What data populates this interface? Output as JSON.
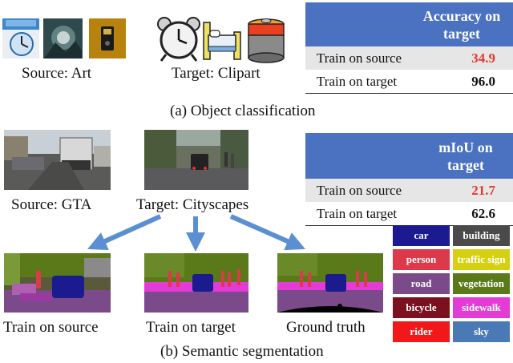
{
  "captions": {
    "source_art": "Source: Art",
    "target_clipart": "Target: Clipart",
    "panel_a": "(a) Object classification",
    "source_gta": "Source: GTA",
    "target_cityscapes": "Target: Cityscapes",
    "train_source": "Train on source",
    "train_target": "Train on target",
    "ground_truth": "Ground truth",
    "panel_b": "(b) Semantic segmentation"
  },
  "table_a": {
    "header": "Accuracy on target",
    "rows": [
      {
        "label": "Train on source",
        "value": "34.9",
        "color": "#e53935"
      },
      {
        "label": "Train on target",
        "value": "96.0",
        "color": "#111111"
      }
    ]
  },
  "table_b": {
    "header": "mIoU on target",
    "rows": [
      {
        "label": "Train on source",
        "value": "21.7",
        "color": "#e53935"
      },
      {
        "label": "Train on target",
        "value": "62.6",
        "color": "#111111"
      }
    ]
  },
  "legend": [
    {
      "label": "car",
      "color": "#1b1b8f",
      "text": "#ffffff"
    },
    {
      "label": "building",
      "color": "#4a4a4a",
      "text": "#ffffff"
    },
    {
      "label": "person",
      "color": "#dc3a4a",
      "text": "#ffffff"
    },
    {
      "label": "traffic sign",
      "color": "#d6d012",
      "text": "#ffffff"
    },
    {
      "label": "road",
      "color": "#7b4a8a",
      "text": "#ffffff"
    },
    {
      "label": "vegetation",
      "color": "#5a7a1a",
      "text": "#ffffff"
    },
    {
      "label": "bicycle",
      "color": "#7a1020",
      "text": "#ffffff"
    },
    {
      "label": "sidewalk",
      "color": "#e23bd6",
      "text": "#ffffff"
    },
    {
      "label": "rider",
      "color": "#f01818",
      "text": "#ffffff"
    },
    {
      "label": "sky",
      "color": "#4a7ab5",
      "text": "#ffffff"
    }
  ],
  "colors": {
    "header_blue": "#4a72c0",
    "arrow_blue": "#5b8fd4",
    "highlight_red": "#e53935"
  }
}
